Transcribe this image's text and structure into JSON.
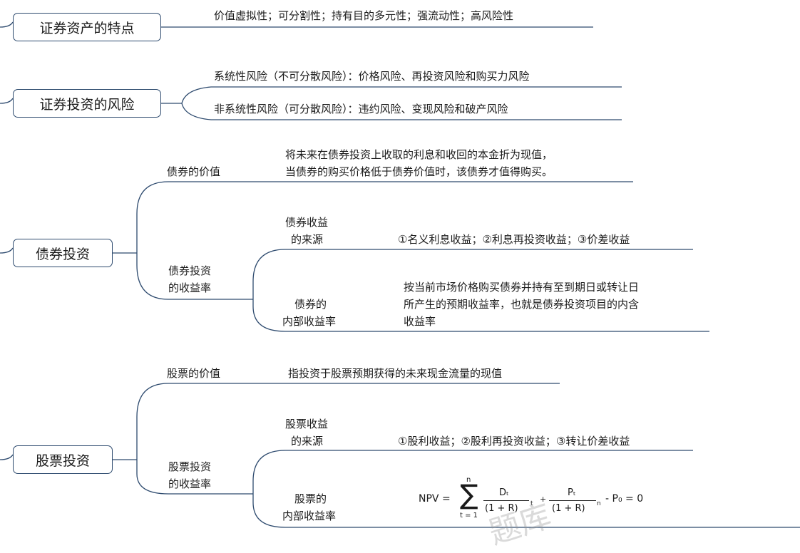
{
  "s1": {
    "title": "证券资产的特点",
    "desc": "价值虚拟性；可分割性；持有目的多元性；强流动性；高风险性"
  },
  "s2": {
    "title": "证券投资的风险",
    "systematic": "系统性风险（不可分散风险）：价格风险、再投资风险和购买力风险",
    "unsystematic": "非系统性风险（可分散风险）：违约风险、变现风险和破产风险"
  },
  "s3": {
    "title": "债券投资",
    "value_label": "债券的价值",
    "value_desc": [
      "将未来在债券投资上收取的利息和收回的本金折为现值，",
      "当债券的购买价格低于债券价值时，该债券才值得购买。"
    ],
    "yield_label": [
      "债券投资",
      "的收益率"
    ],
    "source_label": [
      "债券收益",
      "的来源"
    ],
    "source_desc": "①名义利息收益；②利息再投资收益；③价差收益",
    "irr_label": [
      "债券的",
      "内部收益率"
    ],
    "irr_desc": [
      "按当前市场价格购买债券并持有至到期日或转让日",
      "所产生的预期收益率，也就是债券投资项目的内含",
      "收益率"
    ]
  },
  "s4": {
    "title": "股票投资",
    "value_label": "股票的价值",
    "value_desc": "指投资于股票预期获得的未来现金流量的现值",
    "yield_label": [
      "股票投资",
      "的收益率"
    ],
    "source_label": [
      "股票收益",
      "的来源"
    ],
    "source_desc": "①股利收益；②股利再投资收益；③转让价差收益",
    "irr_label": [
      "股票的",
      "内部收益率"
    ],
    "formula": {
      "npv": "NPV =",
      "sigma": "∑",
      "upper": "n",
      "lower": "t = 1",
      "d_num": "Dₜ",
      "d_den": "(1 + R)",
      "d_exp": "t",
      "plus": "+",
      "p_num": "Pₜ",
      "p_den": "(1 + R)",
      "p_exp": "n",
      "tail": "-  P₀ = 0"
    }
  },
  "watermark": "题库"
}
